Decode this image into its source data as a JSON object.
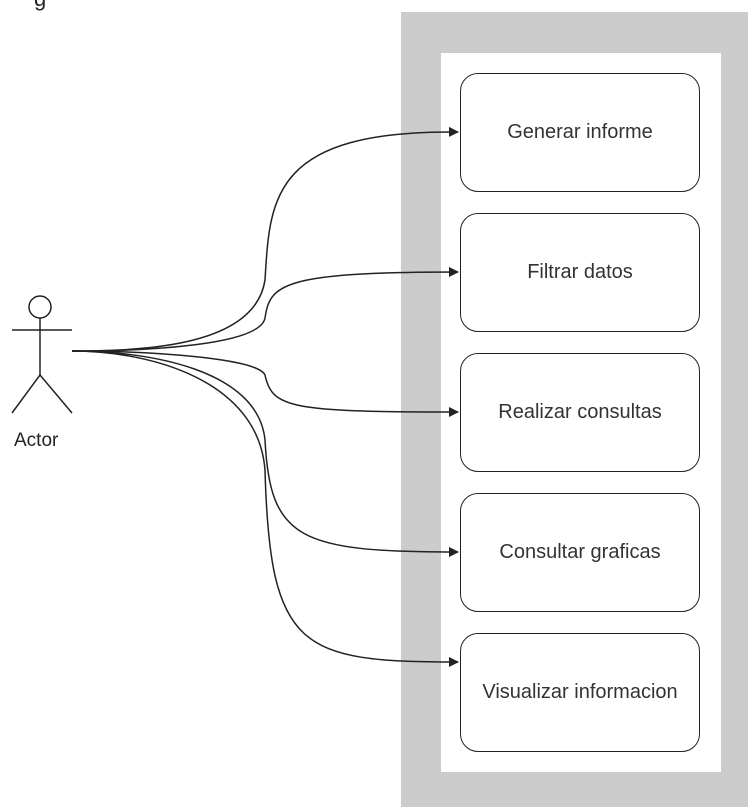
{
  "diagram": {
    "title_fragment": "g",
    "actor": {
      "label": "Actor",
      "icon": "stick-figure-icon"
    },
    "use_cases": [
      {
        "label": "Generar informe"
      },
      {
        "label": "Filtrar datos"
      },
      {
        "label": "Realizar consultas"
      },
      {
        "label": "Consultar graficas"
      },
      {
        "label": "Visualizar informacion"
      }
    ],
    "colors": {
      "boundary": "#cccccc",
      "stroke": "#222222",
      "text": "#333333"
    }
  }
}
